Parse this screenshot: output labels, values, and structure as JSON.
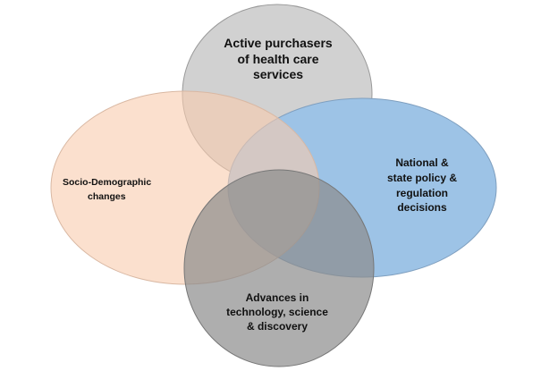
{
  "diagram": {
    "type": "venn",
    "circles": [
      {
        "key": "active",
        "lines": [
          "Active purchasers",
          "of health care",
          "services"
        ],
        "color": "#b3b3b3",
        "opacity": 0.6
      },
      {
        "key": "national",
        "lines": [
          "National &",
          "state policy &",
          "regulation",
          "decisions"
        ],
        "color": "#9dc3e6",
        "opacity": 1.0
      },
      {
        "key": "socio",
        "lines": [
          "Socio-Demographic",
          "changes"
        ],
        "color": "#f8cbad",
        "opacity": 0.6
      },
      {
        "key": "advances",
        "lines": [
          "Advances in",
          "technology, science",
          "& discovery"
        ],
        "color": "#8c8c8c",
        "opacity": 0.7
      }
    ]
  }
}
